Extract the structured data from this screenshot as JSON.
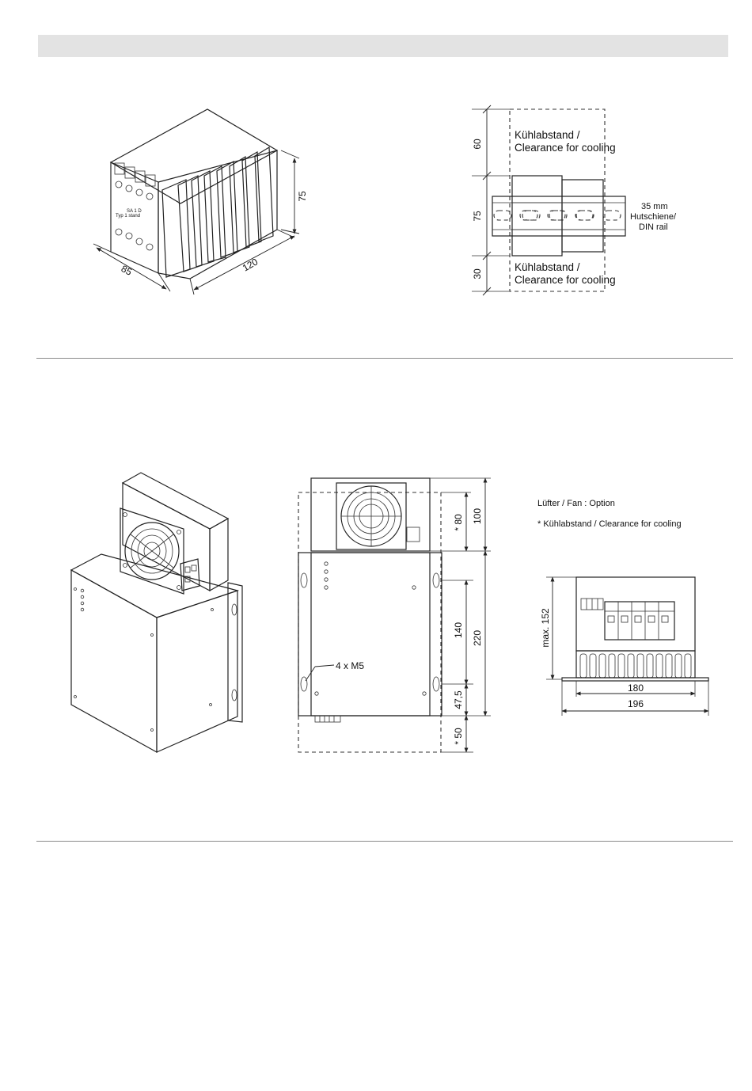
{
  "diagram1": {
    "dimensions": {
      "depth": "85",
      "length": "120",
      "height": "75"
    },
    "labels": {
      "module_text_1": "Typ 1 stand",
      "module_text_2": "SA 1 D"
    }
  },
  "diagram2": {
    "dim_top": "60",
    "dim_middle": "75",
    "dim_bottom": "30",
    "clearance_top_1": "Kühlabstand /",
    "clearance_top_2": "Clearance for cooling",
    "clearance_bottom_1": "Kühlabstand /",
    "clearance_bottom_2": "Clearance for cooling",
    "rail_1": "35 mm",
    "rail_2": "Hutschiene/",
    "rail_3": "DIN rail"
  },
  "diagram4": {
    "dim_80": "* 80",
    "dim_100": "100",
    "dim_140": "140",
    "dim_220": "220",
    "dim_47_5": "47,5",
    "dim_50": "* 50",
    "mount_label": "4 x M5"
  },
  "legend": {
    "fan_option": "Lüfter / Fan : Option",
    "clearance_note": "* Kühlabstand / Clearance for cooling"
  },
  "diagram5": {
    "height": "max. 152",
    "width_inner": "180",
    "width_outer": "196"
  }
}
